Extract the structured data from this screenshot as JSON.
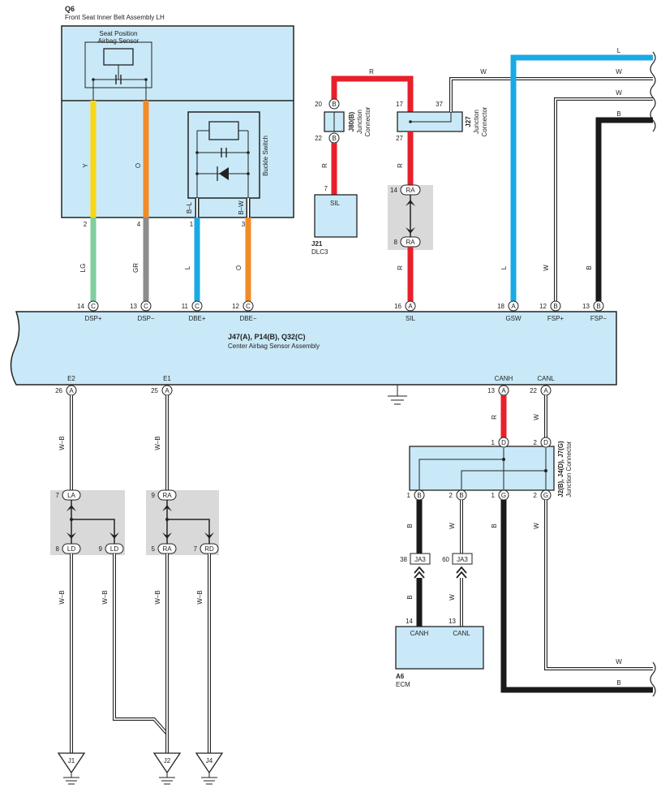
{
  "components": {
    "q6": {
      "code": "Q6",
      "name": "Front Seat Inner Belt Assembly LH",
      "sensor": [
        "Seat Position",
        "Airbag Sensor"
      ],
      "switch": "Buckle Switch"
    },
    "center": {
      "code": "J47(A), P14(B), Q32(C)",
      "name": "Center Airbag Sensor Assembly"
    },
    "j80": {
      "code": "J80(B)",
      "name": [
        "Junction",
        "Connector"
      ]
    },
    "j27": {
      "code": "J27",
      "name": [
        "Junction",
        "Connector"
      ]
    },
    "j21": {
      "code": "J21",
      "name": "DLC3",
      "terminal": "SIL"
    },
    "jj": {
      "code": "J2(B), J4(D), J7(G)",
      "name": "Junction Connector"
    },
    "a6": {
      "code": "A6",
      "name": "ECM",
      "t1": "CANH",
      "t2": "CANL"
    },
    "grounds": [
      "J1",
      "J2",
      "J4"
    ]
  },
  "pins": {
    "dsp_plus": {
      "num": "14",
      "conn": "C",
      "name": "DSP+"
    },
    "dsp_minus": {
      "num": "13",
      "conn": "C",
      "name": "DSP−"
    },
    "dbe_plus": {
      "num": "11",
      "conn": "C",
      "name": "DBE+"
    },
    "dbe_minus": {
      "num": "12",
      "conn": "C",
      "name": "DBE−"
    },
    "sil": {
      "num": "16",
      "conn": "A",
      "name": "SIL"
    },
    "gsw": {
      "num": "18",
      "conn": "A",
      "name": "GSW"
    },
    "fsp_plus": {
      "num": "12",
      "conn": "B",
      "name": "FSP+"
    },
    "fsp_minus": {
      "num": "13",
      "conn": "B",
      "name": "FSP−"
    },
    "e2": {
      "num": "26",
      "conn": "A",
      "name": "E2"
    },
    "e1": {
      "num": "25",
      "conn": "A",
      "name": "E1"
    },
    "canh": {
      "num": "13",
      "conn": "A",
      "name": "CANH"
    },
    "canl": {
      "num": "22",
      "conn": "A",
      "name": "CANL"
    }
  },
  "pin_numbers": {
    "q6_2": "2",
    "q6_4": "4",
    "q6_1": "1",
    "q6_3": "3",
    "j80_top": "20",
    "j80_bot": "22",
    "j80_conn": "B",
    "j27_top": "17",
    "j27_right": "37",
    "j27_bot": "27",
    "ra_top": "14",
    "ra_bot": "8",
    "ra_conn": "RA",
    "j21_pin": "7",
    "jj_d1": "1",
    "jj_d2": "2",
    "jj_d": "D",
    "jj_b1": "1",
    "jj_b2": "2",
    "jj_b": "B",
    "jj_g1": "1",
    "jj_g2": "2",
    "jj_g": "G",
    "ja3_left": "38",
    "ja3_right": "60",
    "ja3": "JA3",
    "a6_left": "14",
    "a6_right": "13",
    "la_top": "7",
    "la_top_c": "LA",
    "ld_left": "8",
    "ld_left_c": "LD",
    "ld_right": "9",
    "ld_right_c": "LD",
    "ra2_top": "9",
    "ra2_top_c": "RA",
    "ra2_left": "5",
    "ra2_left_c": "RA",
    "rd_right": "7",
    "rd_right_c": "RD"
  },
  "wire_colors": {
    "y": "Y",
    "o": "O",
    "bl": "B–L",
    "bw": "B–W",
    "lg": "LG",
    "gr": "GR",
    "l": "L",
    "o2": "O",
    "r": "R",
    "w": "W",
    "b": "B",
    "wb": "W–B"
  },
  "colors": {
    "panel": "#c9e9f8",
    "red": "#e8202a",
    "blue": "#1ba9e6",
    "yellow": "#f9d712",
    "orange": "#f28b27",
    "green": "#7fcf9f",
    "gray": "#8c8c8c",
    "black": "#1a1a1a",
    "shade": "#d9d9d9"
  }
}
